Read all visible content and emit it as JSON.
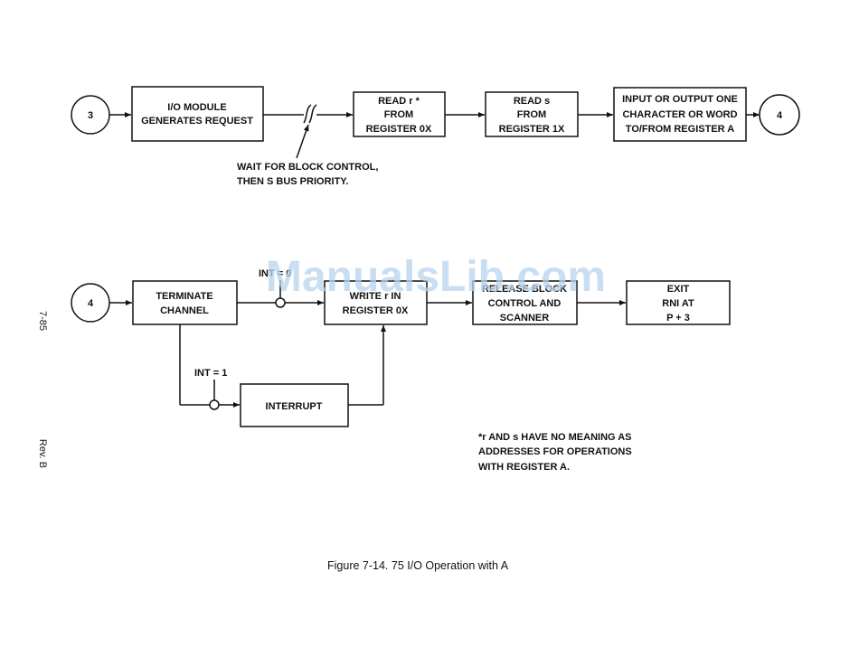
{
  "top_row": {
    "start_connector": "3",
    "end_connector": "4",
    "box_request": [
      "I/O MODULE",
      "GENERATES REQUEST"
    ],
    "box_read_r": [
      "READ  r *",
      "FROM",
      "REGISTER 0X"
    ],
    "box_read_s": [
      "READ  s",
      "FROM",
      "REGISTER 1X"
    ],
    "box_io": [
      "INPUT OR OUTPUT ONE",
      "CHARACTER OR WORD",
      "TO/FROM REGISTER A"
    ],
    "wait_note": [
      "WAIT FOR BLOCK CONTROL,",
      "THEN S BUS PRIORITY."
    ]
  },
  "bottom_row": {
    "start_connector": "4",
    "box_terminate": [
      "TERMINATE",
      "CHANNEL"
    ],
    "box_write": [
      "WRITE  r  IN",
      "REGISTER 0X"
    ],
    "box_release": [
      "RELEASE BLOCK",
      "CONTROL AND",
      "SCANNER"
    ],
    "box_exit": [
      "EXIT",
      "RNI AT",
      "P + 3"
    ],
    "box_interrupt": [
      "INTERRUPT"
    ],
    "int0_label": "INT = 0",
    "int1_label": "INT = 1"
  },
  "footnote": [
    "*r  AND  s  HAVE NO MEANING AS",
    "ADDRESSES FOR OPERATIONS",
    "WITH REGISTER A."
  ],
  "side_labels": {
    "page_number": "7-85",
    "revision": "Rev. B"
  },
  "caption": "Figure 7-14. 75 I/O Operation with A",
  "watermark": "ManualsLib.com"
}
